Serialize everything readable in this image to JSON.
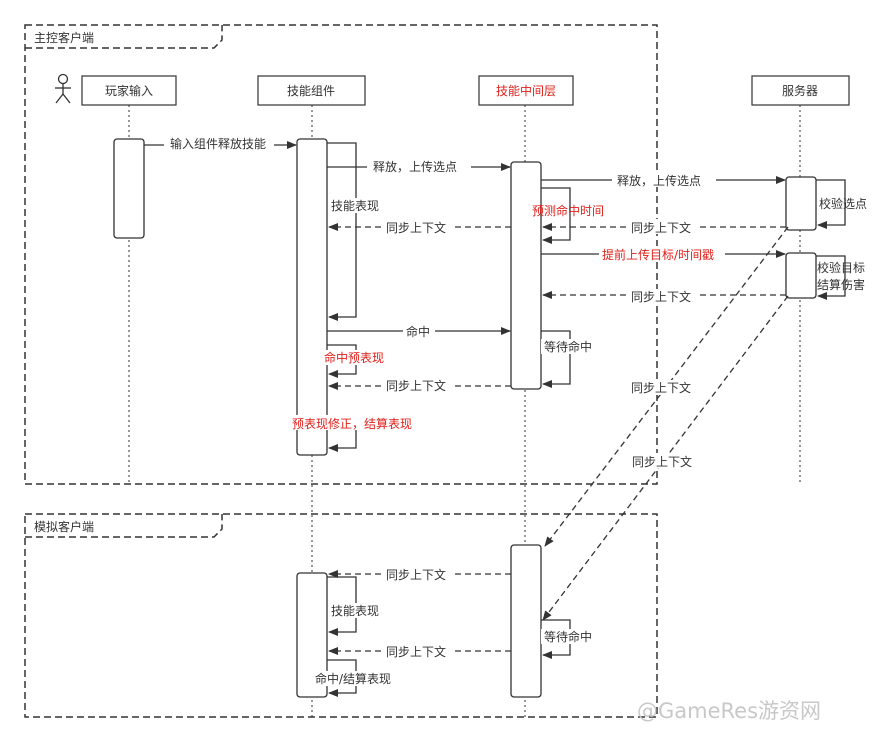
{
  "frames": {
    "main": "主控客户端",
    "sim": "模拟客户端"
  },
  "actors": {
    "player": "玩家输入",
    "skill": "技能组件",
    "middle": "技能中间层",
    "server": "服务器"
  },
  "messages": {
    "m1": "输入组件释放技能",
    "m2": "释放，上传选点",
    "m3": "释放，上传选点",
    "m4": "技能表现",
    "m5": "预测命中时间",
    "m6": "同步上下文",
    "m7": "同步上下文",
    "m8": "校验选点",
    "m9": "提前上传目标/时间戳",
    "m10a": "校验目标",
    "m10b": "结算伤害",
    "m11": "同步上下文",
    "m12": "命中",
    "m13": "等待命中",
    "m14": "命中预表现",
    "m15": "同步上下文",
    "m16": "预表现修正，结算表现",
    "m17": "同步上下文",
    "m18": "同步上下文",
    "m19": "同步上下文",
    "m20": "技能表现",
    "m21": "等待命中",
    "m22": "同步上下文",
    "m23": "命中/结算表现"
  },
  "watermark": "@GameRes游资网",
  "colors": {
    "line": "#333333",
    "red": "#e0201b"
  }
}
